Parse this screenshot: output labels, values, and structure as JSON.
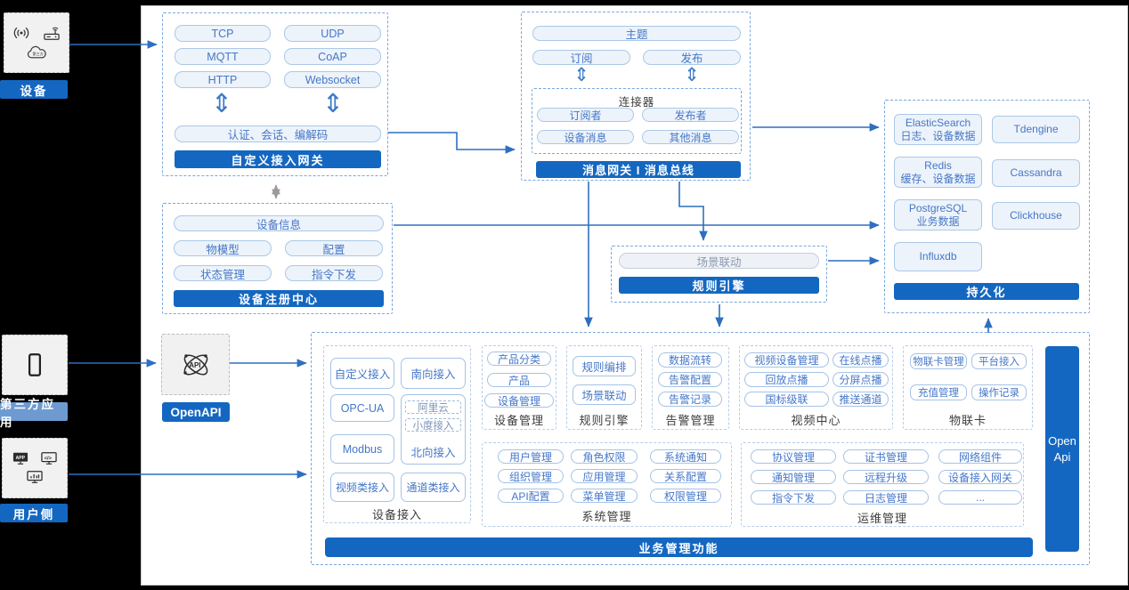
{
  "palette": {
    "accent": "#1467c1",
    "light_accent": "#6d9bd1",
    "node_fill": "#edf3fa",
    "node_border": "#abc8e8",
    "node_text": "#4577c8",
    "arrow": "#2e6fc0",
    "gray_arrow": "#9b9b9b"
  },
  "icons": {
    "device": [
      "broadcast-icon",
      "router-icon",
      "cloud-icon"
    ],
    "third_party": [
      "phone-icon"
    ],
    "user_side": [
      "app-icon",
      "code-icon",
      "chart-icon"
    ],
    "openapi": [
      "api-atom-icon"
    ]
  },
  "left_rail": {
    "device_label": "设备",
    "third_party_label": "第三方应用",
    "user_side_label": "用户侧"
  },
  "openapi": {
    "label": "OpenAPI"
  },
  "custom_gateway": {
    "protocols": [
      "TCP",
      "UDP",
      "MQTT",
      "CoAP",
      "HTTP",
      "Websocket"
    ],
    "session": "认证、会话、编解码",
    "title": "自定义接入网关",
    "updown_arrow": "⇕"
  },
  "message_bus": {
    "topic": "主题",
    "subscribe": "订阅",
    "publish": "发布",
    "connector_title": "连接器",
    "connector_items": [
      "订阅者",
      "发布者",
      "设备消息",
      "其他消息"
    ],
    "title": "消息网关 I 消息总线",
    "updown_arrow": "⇕"
  },
  "persistence": {
    "stores": [
      {
        "name": "ElasticSearch",
        "desc": "日志、设备数据"
      },
      {
        "name": "Tdengine"
      },
      {
        "name": "Redis",
        "desc": "缓存、设备数据"
      },
      {
        "name": "Cassandra"
      },
      {
        "name": "PostgreSQL",
        "desc": "业务数据"
      },
      {
        "name": "Clickhouse"
      },
      {
        "name": "Influxdb"
      }
    ],
    "title": "持久化"
  },
  "registry": {
    "device_info": "设备信息",
    "items": [
      "物模型",
      "配置",
      "状态管理",
      "指令下发"
    ],
    "title": "设备注册中心"
  },
  "scene_rule": {
    "scene": "场景联动",
    "title": "规则引擎"
  },
  "business": {
    "title": "业务管理功能",
    "open_api": "Open Api",
    "device_access": {
      "label": "设备接入",
      "items": [
        "自定义接入",
        "南向接入",
        "OPC-UA",
        "Modbus",
        "视频类接入",
        "通道类接入"
      ],
      "north_subs": [
        "阿里云",
        "小度接入"
      ],
      "north_label": "北向接入"
    },
    "device_mgmt": {
      "label": "设备管理",
      "items": [
        "产品分类",
        "产品",
        "设备管理"
      ]
    },
    "rule": {
      "label": "规则引擎",
      "items": [
        "规则编排",
        "场景联动"
      ]
    },
    "alarm": {
      "label": "告警管理",
      "items": [
        "数据流转",
        "告警配置",
        "告警记录"
      ]
    },
    "video": {
      "label": "视频中心",
      "items": [
        "视频设备管理",
        "在线点播",
        "回放点播",
        "分屏点播",
        "国标级联",
        "推送通道"
      ]
    },
    "iot_card": {
      "label": "物联卡",
      "items": [
        "物联卡管理",
        "平台接入",
        "充值管理",
        "操作记录"
      ]
    },
    "system": {
      "label": "系统管理",
      "items": [
        "用户管理",
        "角色权限",
        "系统通知",
        "组织管理",
        "应用管理",
        "关系配置",
        "API配置",
        "菜单管理",
        "权限管理"
      ]
    },
    "ops": {
      "label": "运维管理",
      "items": [
        "协议管理",
        "证书管理",
        "网络组件",
        "通知管理",
        "远程升级",
        "设备接入网关",
        "指令下发",
        "日志管理",
        "..."
      ]
    }
  }
}
